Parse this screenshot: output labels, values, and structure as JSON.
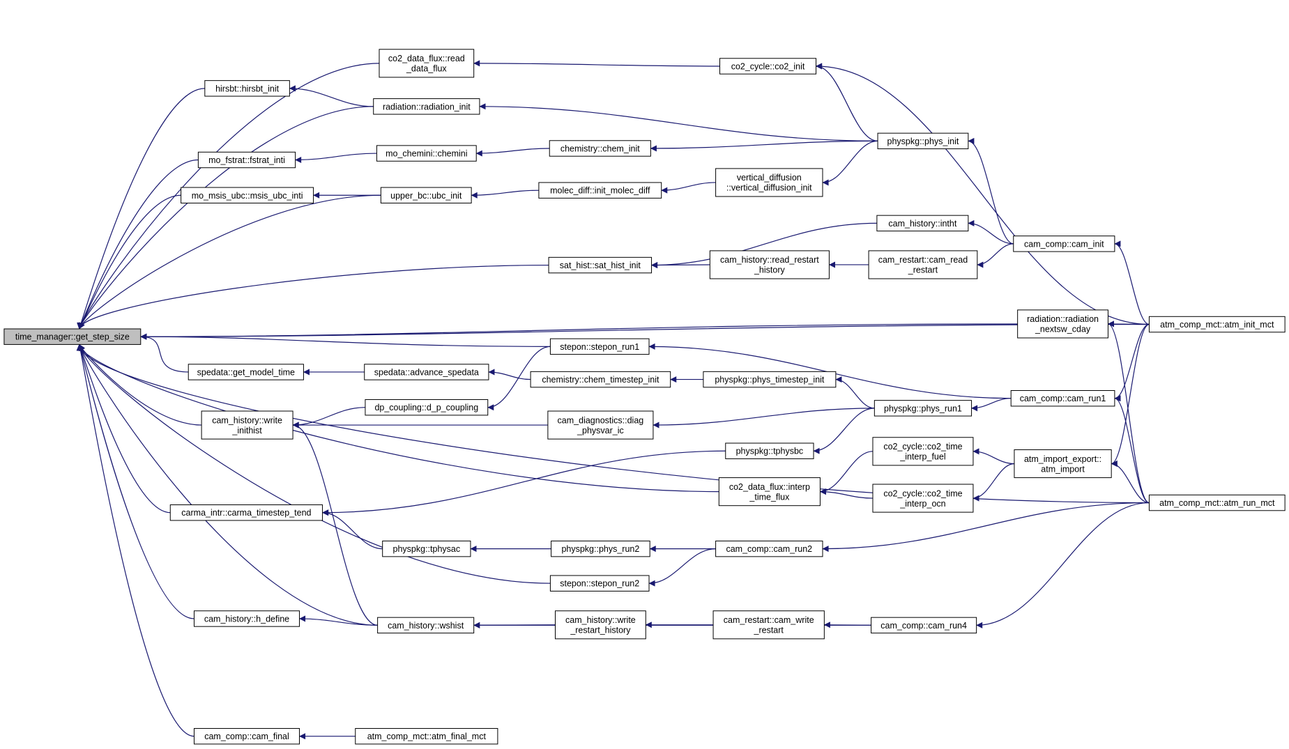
{
  "graph": {
    "direction": "right-to-left caller graph",
    "root": "time_manager::get_step_size",
    "colors": {
      "edge": "#191970",
      "node_border": "#000000",
      "node_fill": "#ffffff",
      "root_fill": "#bfbfbf"
    },
    "nodes": [
      {
        "id": "root",
        "lines": [
          "time_manager::get_step_size"
        ]
      },
      {
        "id": "hirsbt",
        "lines": [
          "hirsbt::hirsbt_init"
        ]
      },
      {
        "id": "mofstrat",
        "lines": [
          "mo_fstrat::fstrat_inti"
        ]
      },
      {
        "id": "momsis",
        "lines": [
          "mo_msis_ubc::msis_ubc_inti"
        ]
      },
      {
        "id": "spedata_gmt",
        "lines": [
          "spedata::get_model_time"
        ]
      },
      {
        "id": "writeinithist",
        "lines": [
          "cam_history::write",
          "_inithist"
        ]
      },
      {
        "id": "carma",
        "lines": [
          "carma_intr::carma_timestep_tend"
        ]
      },
      {
        "id": "hdefine",
        "lines": [
          "cam_history::h_define"
        ]
      },
      {
        "id": "camfinal",
        "lines": [
          "cam_comp::cam_final"
        ]
      },
      {
        "id": "co2read",
        "lines": [
          "co2_data_flux::read",
          "_data_flux"
        ]
      },
      {
        "id": "radinit",
        "lines": [
          "radiation::radiation_init"
        ]
      },
      {
        "id": "mochemini",
        "lines": [
          "mo_chemini::chemini"
        ]
      },
      {
        "id": "upperbc",
        "lines": [
          "upper_bc::ubc_init"
        ]
      },
      {
        "id": "spedata_adv",
        "lines": [
          "spedata::advance_spedata"
        ]
      },
      {
        "id": "dpcoupling",
        "lines": [
          "dp_coupling::d_p_coupling"
        ]
      },
      {
        "id": "tphysac",
        "lines": [
          "physpkg::tphysac"
        ]
      },
      {
        "id": "wshist",
        "lines": [
          "cam_history::wshist"
        ]
      },
      {
        "id": "atmfinal",
        "lines": [
          "atm_comp_mct::atm_final_mct"
        ]
      },
      {
        "id": "cheminit",
        "lines": [
          "chemistry::chem_init"
        ]
      },
      {
        "id": "moleculardiff",
        "lines": [
          "molec_diff::init_molec_diff"
        ]
      },
      {
        "id": "sathist",
        "lines": [
          "sat_hist::sat_hist_init"
        ]
      },
      {
        "id": "steponrun1",
        "lines": [
          "stepon::stepon_run1"
        ]
      },
      {
        "id": "chemts",
        "lines": [
          "chemistry::chem_timestep_init"
        ]
      },
      {
        "id": "camdiag",
        "lines": [
          "cam_diagnostics::diag",
          "_physvar_ic"
        ]
      },
      {
        "id": "tphysbc",
        "lines": [
          "physpkg::tphysbc"
        ]
      },
      {
        "id": "physrun2",
        "lines": [
          "physpkg::phys_run2"
        ]
      },
      {
        "id": "steponrun2",
        "lines": [
          "stepon::stepon_run2"
        ]
      },
      {
        "id": "writerestart",
        "lines": [
          "cam_history::write",
          "_restart_history"
        ]
      },
      {
        "id": "co2init",
        "lines": [
          "co2_cycle::co2_init"
        ]
      },
      {
        "id": "vertdiff",
        "lines": [
          "vertical_diffusion",
          "::vertical_diffusion_init"
        ]
      },
      {
        "id": "camreadrestart",
        "lines": [
          "cam_history::read_restart",
          "_history"
        ]
      },
      {
        "id": "physts",
        "lines": [
          "physpkg::phys_timestep_init"
        ]
      },
      {
        "id": "co2interp",
        "lines": [
          "co2_data_flux::interp",
          "_time_flux"
        ]
      },
      {
        "id": "camrun2",
        "lines": [
          "cam_comp::cam_run2"
        ]
      },
      {
        "id": "camwriterestart",
        "lines": [
          "cam_restart::cam_write",
          "_restart"
        ]
      },
      {
        "id": "physinit",
        "lines": [
          "physpkg::phys_init"
        ]
      },
      {
        "id": "intht",
        "lines": [
          "cam_history::intht"
        ]
      },
      {
        "id": "restartread",
        "lines": [
          "cam_restart::cam_read",
          "_restart"
        ]
      },
      {
        "id": "physrun1",
        "lines": [
          "physpkg::phys_run1"
        ]
      },
      {
        "id": "co2fuel",
        "lines": [
          "co2_cycle::co2_time",
          "_interp_fuel"
        ]
      },
      {
        "id": "co2ocn",
        "lines": [
          "co2_cycle::co2_time",
          "_interp_ocn"
        ]
      },
      {
        "id": "camrun4",
        "lines": [
          "cam_comp::cam_run4"
        ]
      },
      {
        "id": "caminit",
        "lines": [
          "cam_comp::cam_init"
        ]
      },
      {
        "id": "radnextsw",
        "lines": [
          "radiation::radiation",
          "_nextsw_cday"
        ]
      },
      {
        "id": "camrun1",
        "lines": [
          "cam_comp::cam_run1"
        ]
      },
      {
        "id": "atmimport",
        "lines": [
          "atm_import_export::",
          "atm_import"
        ]
      },
      {
        "id": "atminit",
        "lines": [
          "atm_comp_mct::atm_init_mct"
        ]
      },
      {
        "id": "atmrun",
        "lines": [
          "atm_comp_mct::atm_run_mct"
        ]
      }
    ],
    "edges": [
      [
        "hirsbt",
        "root"
      ],
      [
        "mofstrat",
        "root"
      ],
      [
        "momsis",
        "root"
      ],
      [
        "spedata_gmt",
        "root"
      ],
      [
        "writeinithist",
        "root"
      ],
      [
        "carma",
        "root"
      ],
      [
        "hdefine",
        "root"
      ],
      [
        "camfinal",
        "root"
      ],
      [
        "co2read",
        "root"
      ],
      [
        "radinit",
        "root"
      ],
      [
        "upperbc",
        "root"
      ],
      [
        "sathist",
        "root"
      ],
      [
        "steponrun1",
        "root"
      ],
      [
        "steponrun2",
        "root"
      ],
      [
        "wshist",
        "root"
      ],
      [
        "radnextsw",
        "root"
      ],
      [
        "co2interp",
        "root"
      ],
      [
        "atminit",
        "root"
      ],
      [
        "atmrun",
        "root"
      ],
      [
        "radinit",
        "hirsbt"
      ],
      [
        "mochemini",
        "mofstrat"
      ],
      [
        "upperbc",
        "momsis"
      ],
      [
        "spedata_adv",
        "spedata_gmt"
      ],
      [
        "dpcoupling",
        "writeinithist"
      ],
      [
        "camdiag",
        "writeinithist"
      ],
      [
        "wshist",
        "writeinithist"
      ],
      [
        "tphysbc",
        "carma"
      ],
      [
        "tphysac",
        "carma"
      ],
      [
        "wshist",
        "hdefine"
      ],
      [
        "atmfinal",
        "camfinal"
      ],
      [
        "co2init",
        "co2read"
      ],
      [
        "physinit",
        "radinit"
      ],
      [
        "cheminit",
        "mochemini"
      ],
      [
        "moleculardiff",
        "upperbc"
      ],
      [
        "chemts",
        "spedata_adv"
      ],
      [
        "steponrun1",
        "dpcoupling"
      ],
      [
        "physrun2",
        "tphysac"
      ],
      [
        "writerestart",
        "wshist"
      ],
      [
        "camrun4",
        "wshist"
      ],
      [
        "physinit",
        "cheminit"
      ],
      [
        "vertdiff",
        "moleculardiff"
      ],
      [
        "intht",
        "sathist"
      ],
      [
        "camreadrestart",
        "sathist"
      ],
      [
        "camrun1",
        "steponrun1"
      ],
      [
        "physts",
        "chemts"
      ],
      [
        "physrun1",
        "camdiag"
      ],
      [
        "physrun1",
        "tphysbc"
      ],
      [
        "camrun2",
        "physrun2"
      ],
      [
        "camrun2",
        "steponrun2"
      ],
      [
        "camwriterestart",
        "writerestart"
      ],
      [
        "physinit",
        "co2init"
      ],
      [
        "physinit",
        "vertdiff"
      ],
      [
        "restartread",
        "camreadrestart"
      ],
      [
        "physrun1",
        "physts"
      ],
      [
        "co2fuel",
        "co2interp"
      ],
      [
        "co2ocn",
        "co2interp"
      ],
      [
        "camrun4",
        "camwriterestart"
      ],
      [
        "caminit",
        "physinit"
      ],
      [
        "caminit",
        "intht"
      ],
      [
        "caminit",
        "restartread"
      ],
      [
        "camrun1",
        "physrun1"
      ],
      [
        "atmimport",
        "co2fuel"
      ],
      [
        "atmimport",
        "co2ocn"
      ],
      [
        "atmrun",
        "camrun4"
      ],
      [
        "atminit",
        "caminit"
      ],
      [
        "atminit",
        "radnextsw"
      ],
      [
        "atmrun",
        "radnextsw"
      ],
      [
        "atminit",
        "camrun1"
      ],
      [
        "atmrun",
        "camrun1"
      ],
      [
        "atminit",
        "atmimport"
      ],
      [
        "atmrun",
        "atmimport"
      ],
      [
        "atmrun",
        "camrun2"
      ],
      [
        "atminit",
        "co2init"
      ]
    ]
  }
}
